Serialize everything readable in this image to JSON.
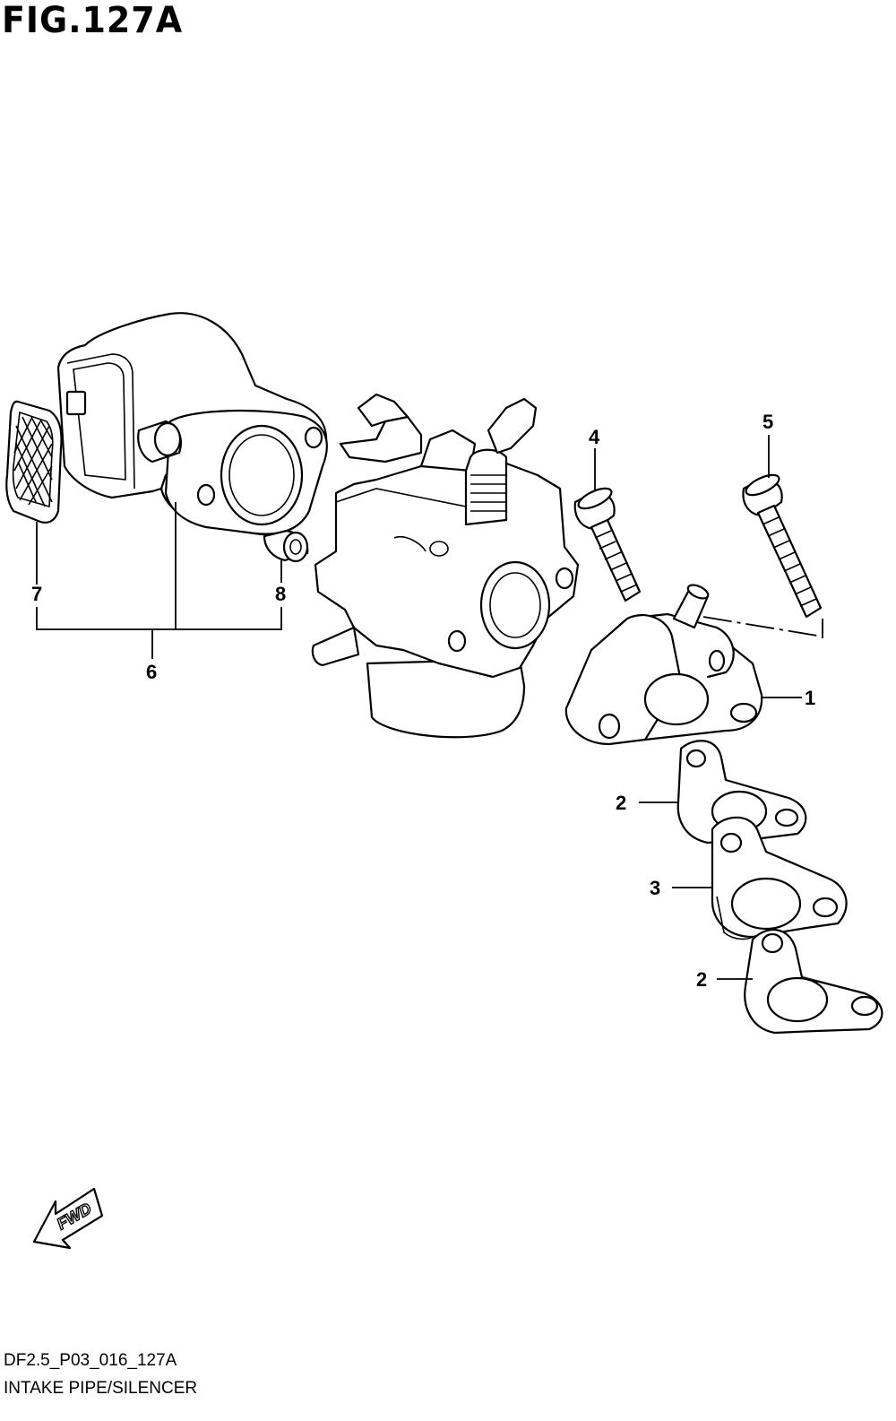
{
  "figure": {
    "title": "FIG.127A",
    "code": "DF2.5_P03_016_127A",
    "name": "INTAKE PIPE/SILENCER"
  },
  "callouts": [
    {
      "id": "c1",
      "label": "1"
    },
    {
      "id": "c2a",
      "label": "2"
    },
    {
      "id": "c2b",
      "label": "2"
    },
    {
      "id": "c3",
      "label": "3"
    },
    {
      "id": "c4",
      "label": "4"
    },
    {
      "id": "c5",
      "label": "5"
    },
    {
      "id": "c6",
      "label": "6"
    },
    {
      "id": "c7",
      "label": "7"
    },
    {
      "id": "c8",
      "label": "8"
    }
  ],
  "fwd_arrow": {
    "label": "FWD"
  }
}
